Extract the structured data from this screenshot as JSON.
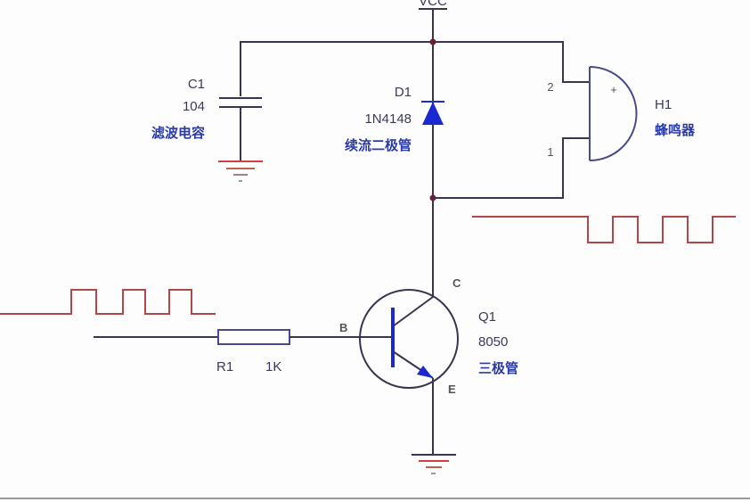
{
  "power": {
    "label": "VCC"
  },
  "capacitor": {
    "ref": "C1",
    "value": "104",
    "desc": "滤波电容"
  },
  "diode": {
    "ref": "D1",
    "value": "1N4148",
    "desc": "续流二极管"
  },
  "buzzer": {
    "ref": "H1",
    "desc": "蜂鸣器",
    "pin2": "2",
    "pin1": "1",
    "polarity": "+"
  },
  "transistor": {
    "ref": "Q1",
    "value": "8050",
    "desc": "三极管",
    "collector": "C",
    "base": "B",
    "emitter": "E"
  },
  "resistor": {
    "ref": "R1",
    "value": "1K"
  },
  "colors": {
    "wire": "#3b3350",
    "component_blue": "#1a2ad0",
    "ground_red": "#d04040",
    "waveform": "#b04848"
  }
}
